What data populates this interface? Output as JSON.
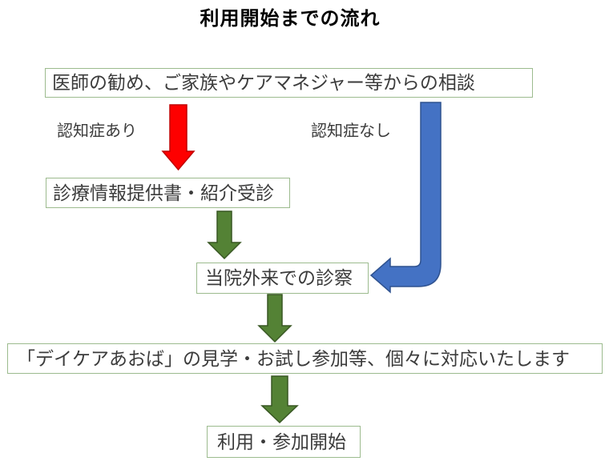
{
  "title": "利用開始までの流れ",
  "boxes": {
    "consultation": "医師の勧め、ご家族やケアマネジャー等からの相談",
    "referral": "診療情報提供書・紹介受診",
    "outpatient": "当院外来での診察",
    "trial": "「デイケアあおば」の見学・お試し参加等、個々に対応いたします",
    "start": "利用・参加開始"
  },
  "labels": {
    "dementia_yes": "認知症あり",
    "dementia_no": "認知症なし"
  },
  "colors": {
    "background": "#FFFFFF",
    "title_text": "#000000",
    "box_text": "#3B3B3B",
    "box_border": "#9CBB8E",
    "red_arrow_fill": "#FE0000",
    "red_arrow_stroke": "#C00000",
    "green_arrow_fill": "#548235",
    "green_arrow_stroke": "#385723",
    "blue_arrow_fill": "#4472C4",
    "blue_arrow_stroke": "#2F528F"
  }
}
